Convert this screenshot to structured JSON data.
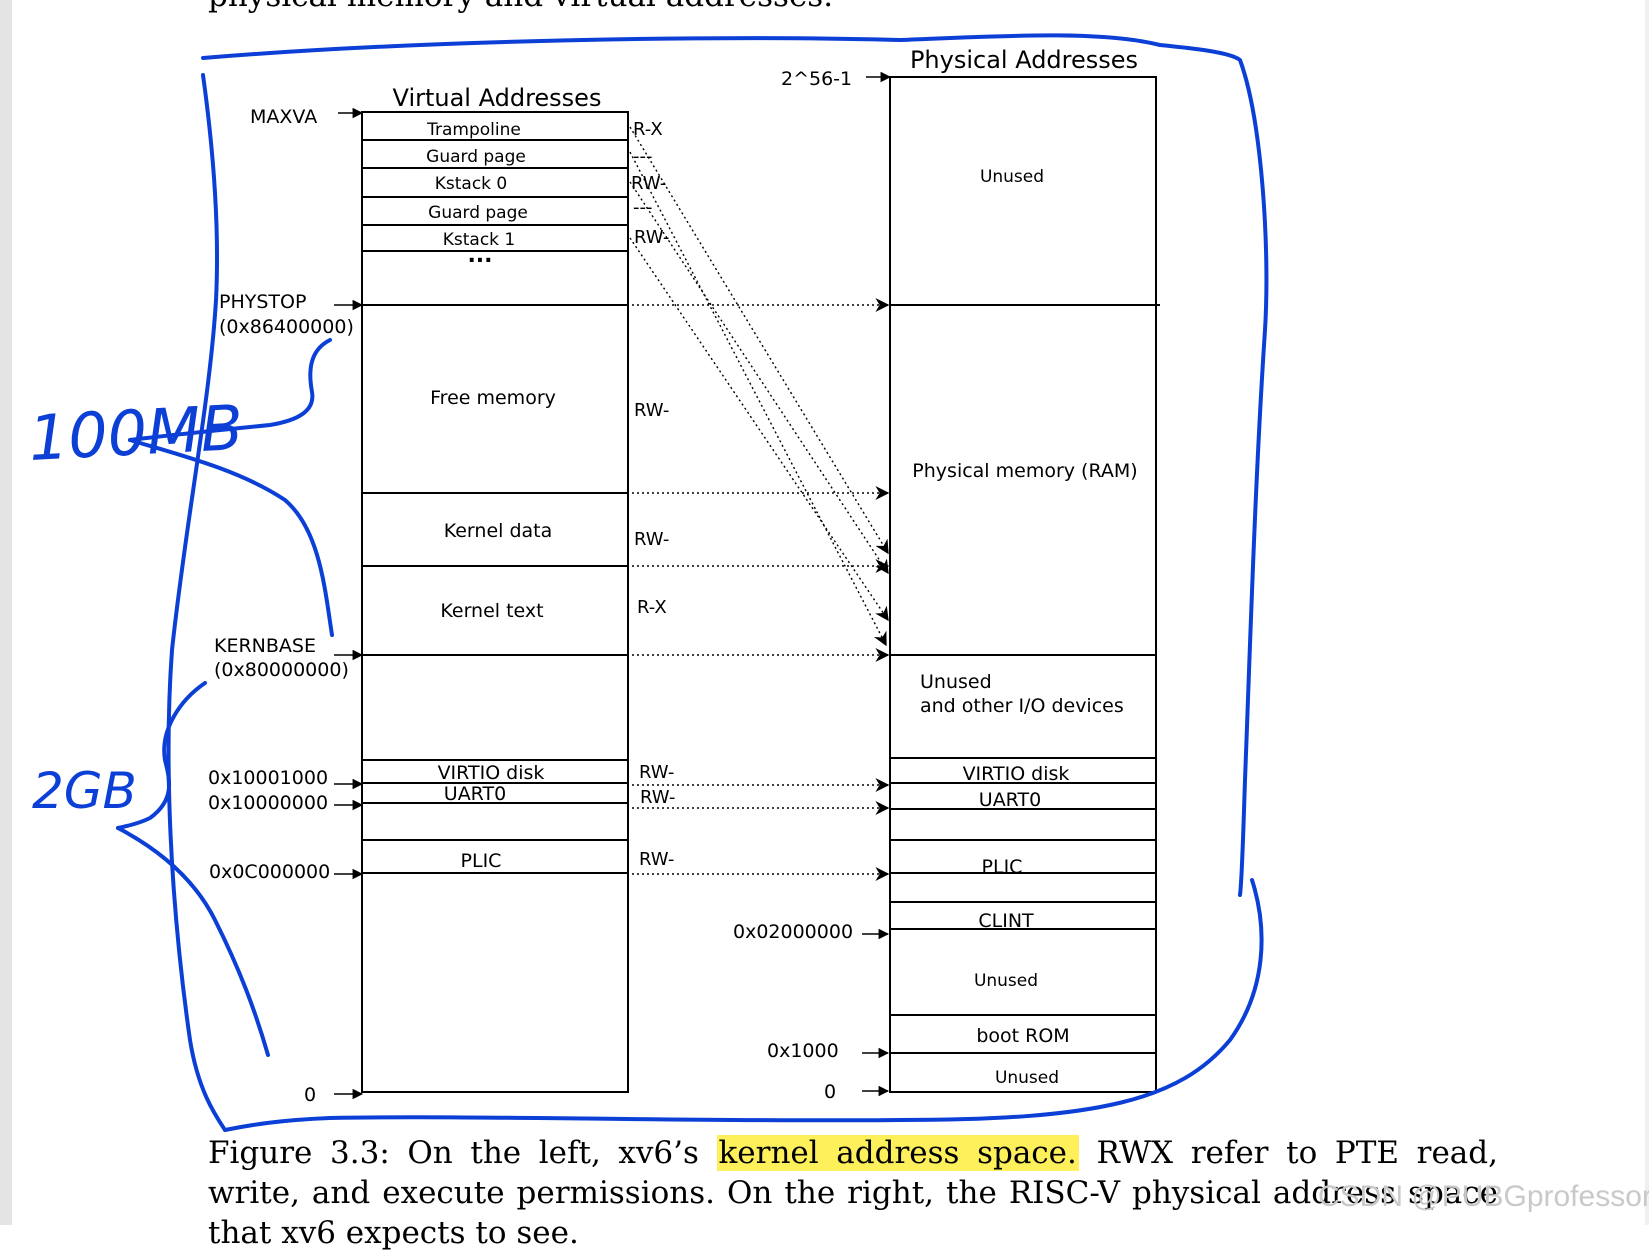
{
  "top_cut_text": "physical memory and virtual addresses.",
  "diagram": {
    "virtual_title": "Virtual Addresses",
    "physical_title": "Physical Addresses",
    "virtual_regions": [
      {
        "label": "Trampoline",
        "perm": "R-X"
      },
      {
        "label": "Guard page",
        "perm": "---"
      },
      {
        "label": "Kstack 0",
        "perm": "RW-"
      },
      {
        "label": "Guard page",
        "perm": "---"
      },
      {
        "label": "Kstack 1",
        "perm": "RW-"
      },
      {
        "label": "...",
        "perm": ""
      },
      {
        "label": "Free memory",
        "perm": "RW-"
      },
      {
        "label": "Kernel data",
        "perm": "RW-"
      },
      {
        "label": "Kernel text",
        "perm": "R-X"
      },
      {
        "label": "VIRTIO disk",
        "perm": "RW-"
      },
      {
        "label": "UART0",
        "perm": "RW-"
      },
      {
        "label": "PLIC",
        "perm": "RW-"
      }
    ],
    "virtual_markers": [
      {
        "label": "MAXVA"
      },
      {
        "label": "PHYSTOP"
      },
      {
        "label": "(0x86400000)"
      },
      {
        "label": "KERNBASE"
      },
      {
        "label": "(0x80000000)"
      },
      {
        "label": "0x10001000"
      },
      {
        "label": "0x10000000"
      },
      {
        "label": "0x0C000000"
      },
      {
        "label": "0"
      }
    ],
    "physical_regions": [
      {
        "label": "Unused"
      },
      {
        "label": "Physical memory (RAM)"
      },
      {
        "label": "Unused"
      },
      {
        "label": "and other I/O devices"
      },
      {
        "label": "VIRTIO disk"
      },
      {
        "label": "UART0"
      },
      {
        "label": "PLIC"
      },
      {
        "label": "CLINT"
      },
      {
        "label": "Unused"
      },
      {
        "label": "boot ROM"
      },
      {
        "label": "Unused"
      }
    ],
    "physical_markers": [
      {
        "label": "2^56-1"
      },
      {
        "label": "0x02000000"
      },
      {
        "label": "0x1000"
      },
      {
        "label": "0"
      }
    ],
    "annotations": {
      "note_100mb": "100MB",
      "note_2gb": "2GB"
    }
  },
  "caption": {
    "part1": "Figure 3.3: On the left, xv6’s ",
    "highlighted": "kernel address space.",
    "part2": " RWX refer to PTE read, write, and execute permissions. On the right, the RISC-V physical address space that xv6 expects to see."
  },
  "watermark": "CSDN @PUBGprofessor",
  "colors": {
    "ink": "#000000",
    "annotation_blue": "#0b3fd6",
    "highlight": "#fdf05a",
    "watermark": "#c9c9c9"
  }
}
